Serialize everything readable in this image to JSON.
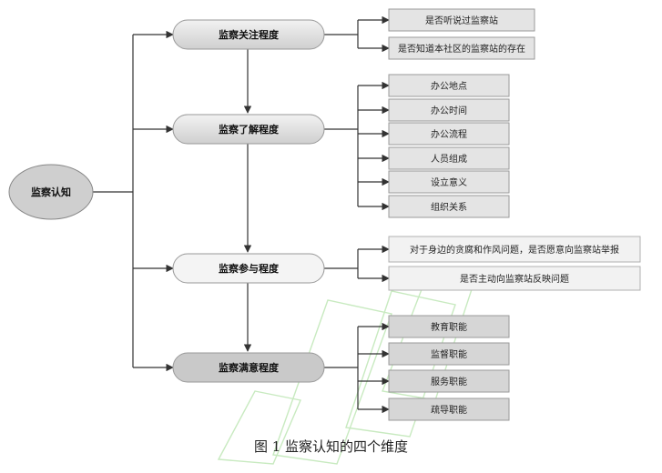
{
  "root": {
    "label": "监察认知"
  },
  "dimensions": [
    {
      "label": "监察关注程度",
      "items": [
        "是否听说过监察站",
        "是否知道本社区的监察站的存在"
      ]
    },
    {
      "label": "监察了解程度",
      "items": [
        "办公地点",
        "办公时间",
        "办公流程",
        "人员组成",
        "设立意义",
        "组织关系"
      ]
    },
    {
      "label": "监察参与程度",
      "items": [
        "对于身边的贪腐和作风问题，是否愿意向监察站举报",
        "是否主动向监察站反映问题"
      ]
    },
    {
      "label": "监察满意程度",
      "items": [
        "教育职能",
        "监督职能",
        "服务职能",
        "疏导职能"
      ]
    }
  ],
  "caption": "图 1  监察认知的四个维度",
  "colors": {
    "line": "#333333",
    "box_fill": "#e4e4e4",
    "box_stroke": "#9a9a9a",
    "node_fill": "#d8d8d8",
    "watermark": "#c8eac0"
  }
}
